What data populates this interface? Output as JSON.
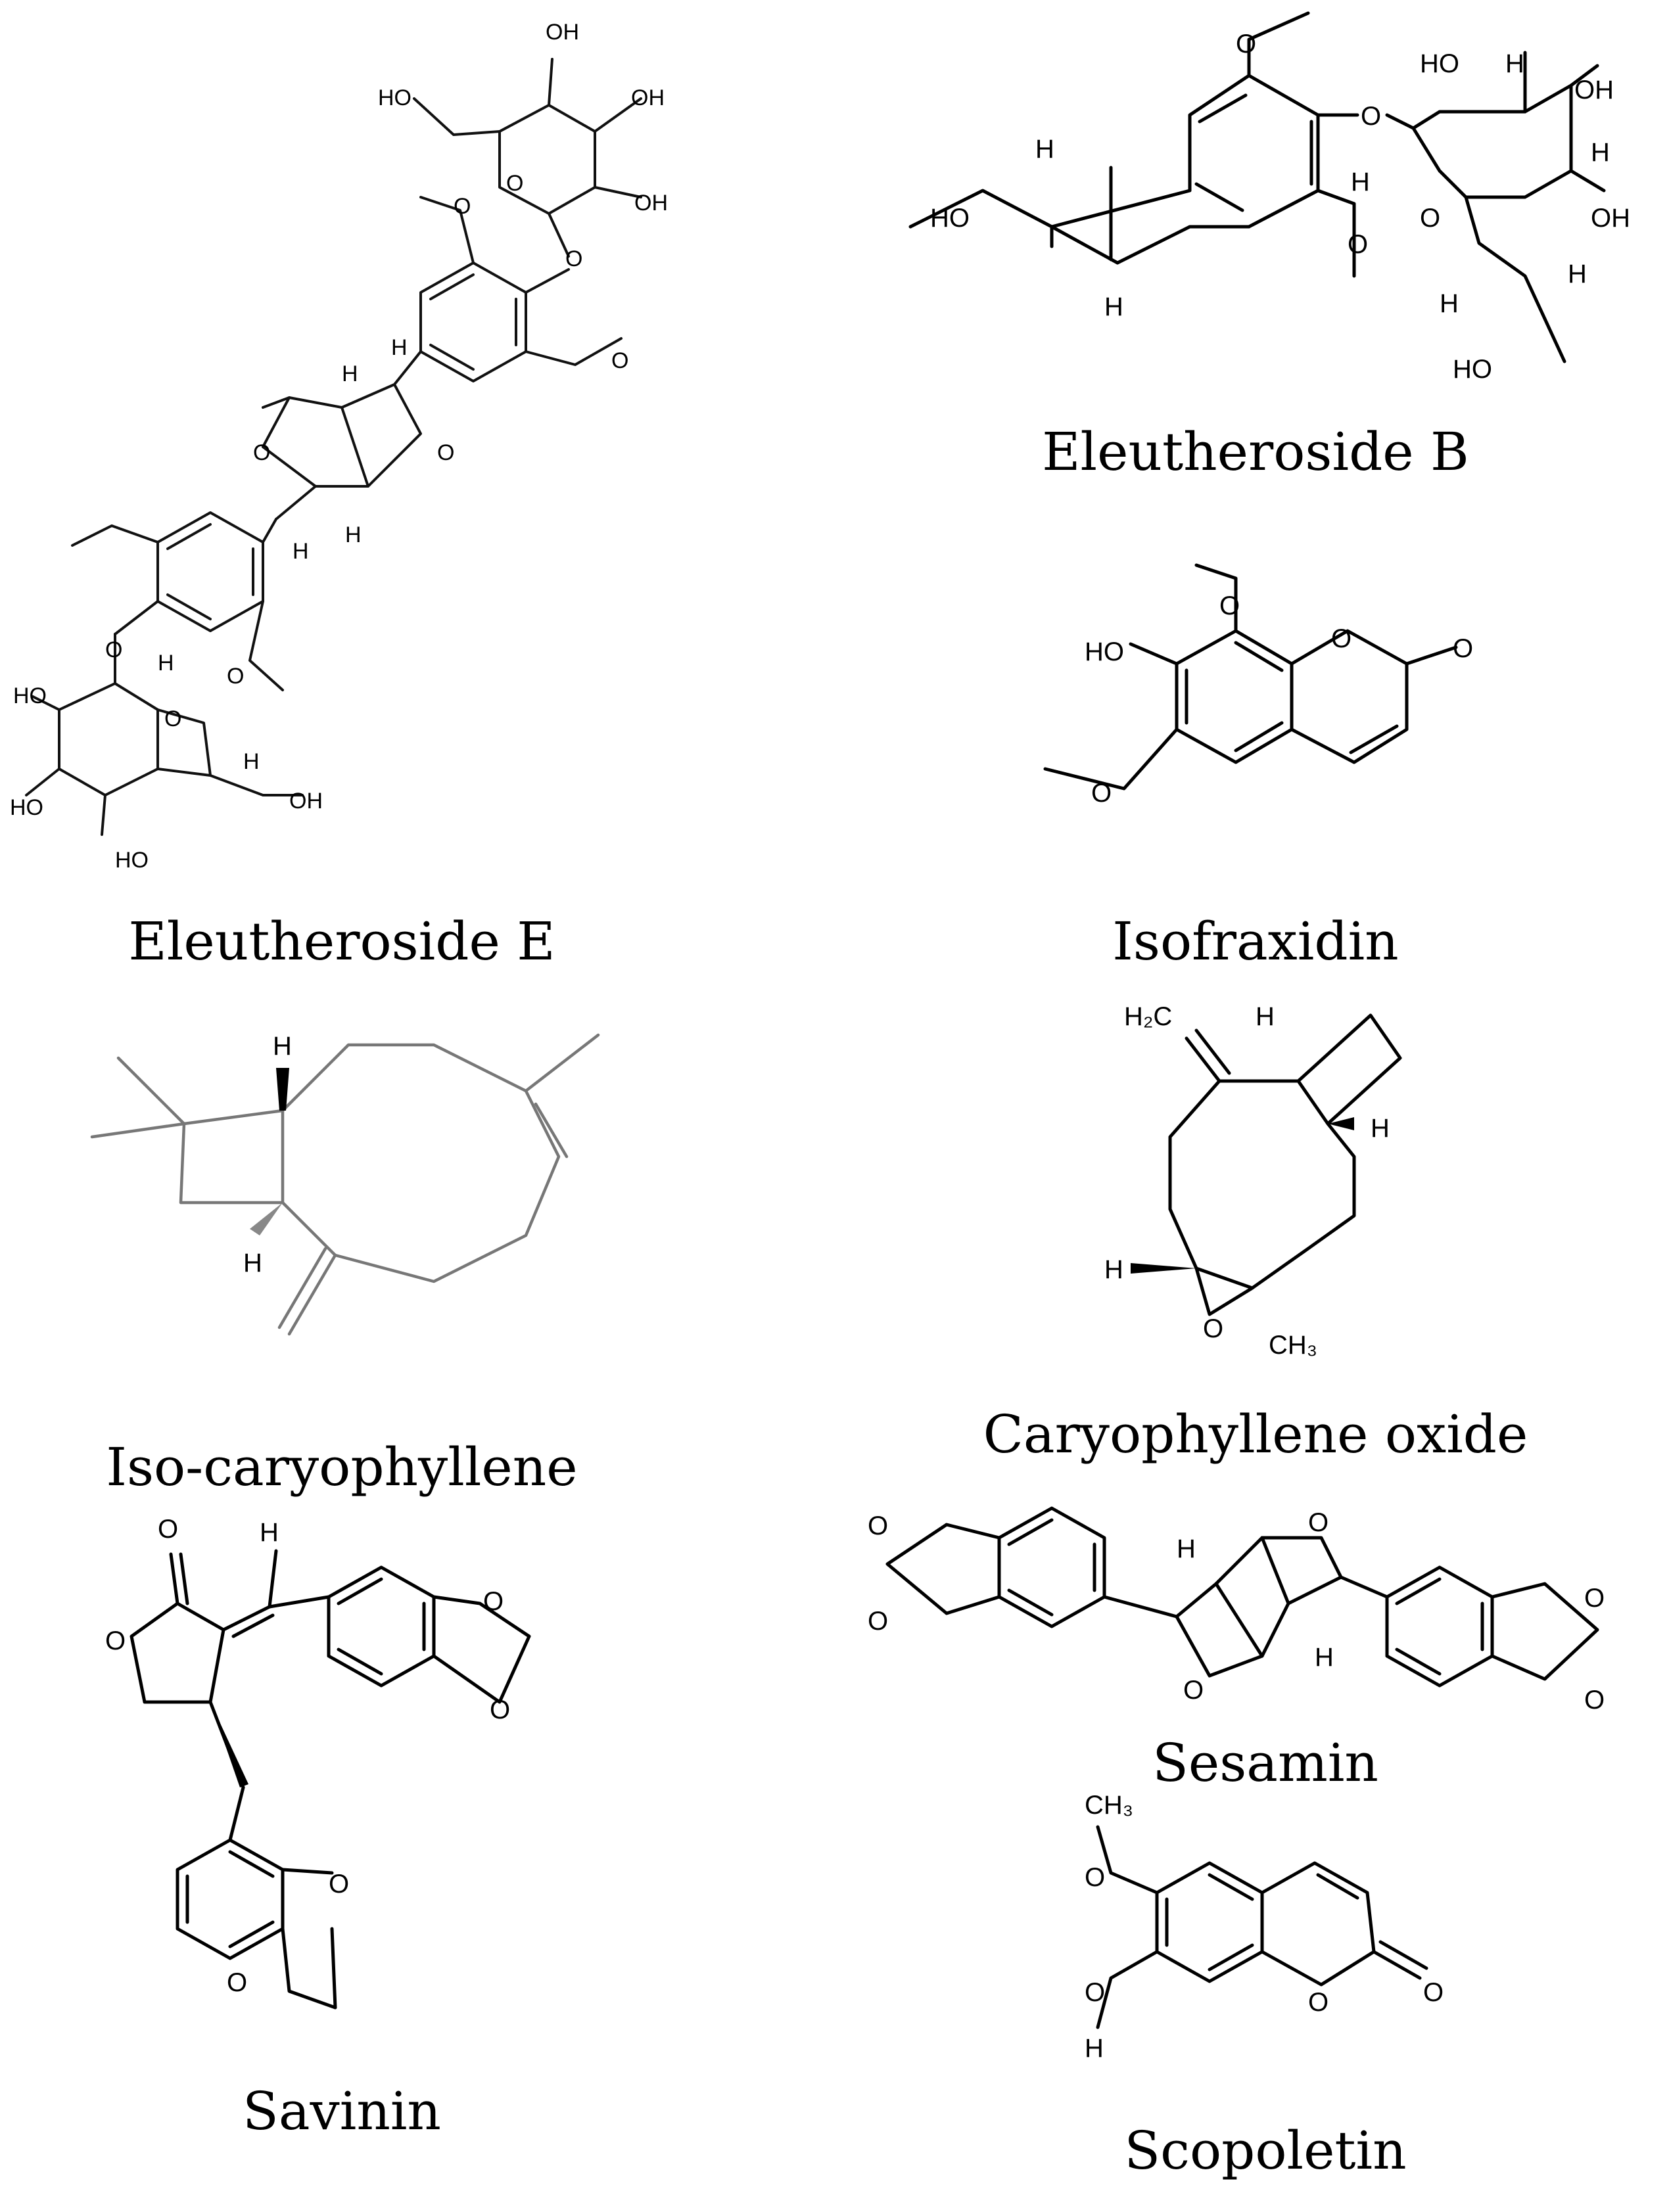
{
  "compounds": [
    {
      "name": "Eleutheroside E"
    },
    {
      "name": "Eleutheroside B"
    },
    {
      "name": "Isofraxidin"
    },
    {
      "name": "Iso-caryophyllene"
    },
    {
      "name": "Caryophyllene oxide"
    },
    {
      "name": "Savinin"
    },
    {
      "name": "Sesamin"
    },
    {
      "name": "Scopoletin"
    }
  ],
  "atom_labels": {
    "OH": "OH",
    "HO": "HO",
    "O": "O",
    "H": "H",
    "H2C": "H₂C",
    "CH3": "CH₃"
  }
}
